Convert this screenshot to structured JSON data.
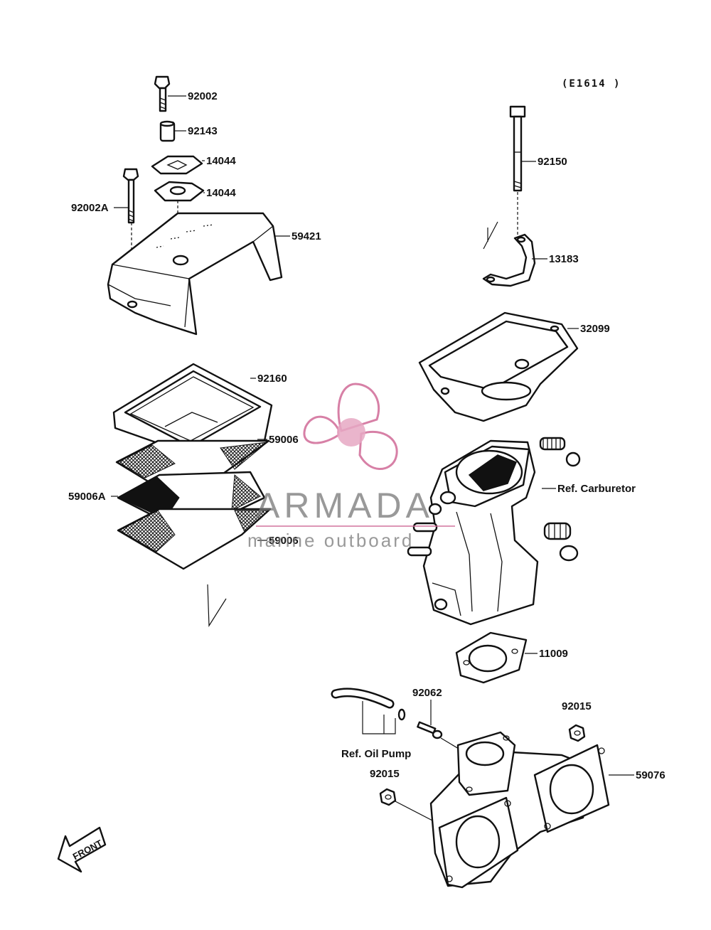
{
  "diagram": {
    "code": "(E1614 )",
    "labels": {
      "p92002": "92002",
      "p92143": "92143",
      "p14044a": "14044",
      "p14044b": "14044",
      "p92002A": "92002A",
      "p59421": "59421",
      "p92150": "92150",
      "p13183": "13183",
      "p32099": "32099",
      "p92160": "92160",
      "p59006a": "59006",
      "p59006A": "59006A",
      "p59006b": "59006",
      "refCarb": "Ref. Carburetor",
      "p11009": "11009",
      "p92062": "92062",
      "p92015a": "92015",
      "p92015b": "92015",
      "refOil": "Ref. Oil Pump",
      "p59076": "59076",
      "front": "FRONT"
    }
  },
  "watermark": {
    "name": "ARMADA",
    "tagline": "marine outboard"
  }
}
